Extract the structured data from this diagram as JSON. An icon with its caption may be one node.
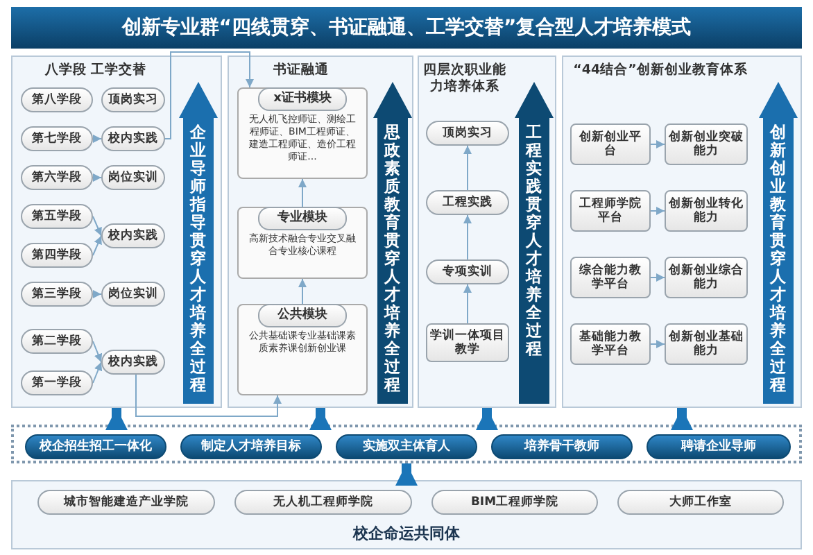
{
  "diagram": {
    "title": "创新专业群“四线贯穿、书证融通、工学交替”复合型人才培养模式",
    "nodes": [
      {
        "text": [
          "八学段 工学交替"
        ]
      },
      {
        "text": [
          "第八学段"
        ],
        "in": 0
      },
      {
        "text": [
          "顶岗实习"
        ],
        "in": 0
      },
      {
        "text": [
          "第七学段"
        ],
        "in": 0
      },
      {
        "text": [
          "校内实践"
        ],
        "in": 0
      },
      {
        "text": [
          "第六学段"
        ],
        "in": 0
      },
      {
        "text": [
          "岗位实训"
        ],
        "in": 0
      },
      {
        "text": [
          "第五学段"
        ],
        "in": 0
      },
      {
        "text": [
          "第四学段"
        ],
        "in": 0
      },
      {
        "text": [
          "校内实践"
        ],
        "in": 0
      },
      {
        "text": [
          "第三学段"
        ],
        "in": 0
      },
      {
        "text": [
          "岗位实训"
        ],
        "in": 0
      },
      {
        "text": [
          "第二学段"
        ],
        "in": 0
      },
      {
        "text": [
          "第一学段"
        ],
        "in": 0
      },
      {
        "text": [
          "校内实践"
        ],
        "in": 0
      },
      {
        "text": [
          "企业导师指导贯穿人才培养全过程"
        ],
        "in": 0
      },
      {
        "text": [
          "书证融通"
        ]
      },
      {
        "text": [
          "x证书模块",
          "无人机飞控师证、测绘工程师证、BIM工程师证、建造工程师证、造价工程师证..."
        ],
        "in": 16
      },
      {
        "text": [
          "专业模块",
          "高新技术融合专业交叉融合专业核心课程"
        ],
        "in": 16
      },
      {
        "text": [
          "公共模块",
          "公共基础课专业基础课素质素养课创新创业课"
        ],
        "in": 16
      },
      {
        "text": [
          "思政素质教育贯穿人才培养全过程"
        ],
        "in": 16
      },
      {
        "text": [
          "四层次职业能力培养体系"
        ]
      },
      {
        "text": [
          "顶岗实习"
        ],
        "in": 21
      },
      {
        "text": [
          "工程实践"
        ],
        "in": 21
      },
      {
        "text": [
          "专项实训"
        ],
        "in": 21
      },
      {
        "text": [
          "学训一体项目教学"
        ],
        "in": 21
      },
      {
        "text": [
          "工程实践贯穿人才培养全过程"
        ],
        "in": 21
      },
      {
        "text": [
          "“44结合”创新创业教育体系"
        ]
      },
      {
        "text": [
          "创新创业平台"
        ],
        "in": 27
      },
      {
        "text": [
          "创新创业突破能力"
        ],
        "in": 27
      },
      {
        "text": [
          "工程师学院平台"
        ],
        "in": 27
      },
      {
        "text": [
          "创新创业转化能力"
        ],
        "in": 27
      },
      {
        "text": [
          "综合能力教学平台"
        ],
        "in": 27
      },
      {
        "text": [
          "创新创业综合能力"
        ],
        "in": 27
      },
      {
        "text": [
          "基础能力教学平台"
        ],
        "in": 27
      },
      {
        "text": [
          "创新创业基础能力"
        ],
        "in": 27
      },
      {
        "text": [
          "创新创业教育贯穿人才培养全过程"
        ],
        "in": 27
      },
      {
        "text": [],
        "shape": "box"
      },
      {
        "text": [
          "校企招生招工一体化"
        ],
        "in": 37
      },
      {
        "text": [
          "制定人才培养目标"
        ],
        "in": 37
      },
      {
        "text": [
          "实施双主体育人"
        ],
        "in": 37
      },
      {
        "text": [
          "培养骨干教师"
        ],
        "in": 37
      },
      {
        "text": [
          "聘请企业导师"
        ],
        "in": 37
      },
      {
        "text": [
          "校企命运共同体"
        ]
      },
      {
        "text": [
          "城市智能建造产业学院"
        ],
        "in": 43
      },
      {
        "text": [
          "无人机工程师学院"
        ],
        "in": 43
      },
      {
        "text": [
          "BIM工程师学院"
        ],
        "in": 43
      },
      {
        "text": [
          "大师工作室"
        ],
        "in": 43
      }
    ],
    "edges": [
      {
        "from": 3,
        "to": 4,
        "arrow": "to"
      },
      {
        "from": 5,
        "to": 6,
        "arrow": "to"
      },
      {
        "from": 7,
        "to": 9,
        "arrow": "to"
      },
      {
        "from": 8,
        "to": 9,
        "arrow": "to"
      },
      {
        "from": 10,
        "to": 11,
        "arrow": "to"
      },
      {
        "from": 12,
        "to": 14,
        "arrow": "to"
      },
      {
        "from": 13,
        "to": 14,
        "arrow": "to"
      },
      {
        "from": 4,
        "to": 17,
        "arrow": "to"
      },
      {
        "from": 14,
        "to": 19,
        "arrow": "to"
      },
      {
        "from": 19,
        "to": 18,
        "arrow": "to"
      },
      {
        "from": 18,
        "to": 17,
        "arrow": "to"
      },
      {
        "from": 25,
        "to": 24,
        "arrow": "to"
      },
      {
        "from": 24,
        "to": 23,
        "arrow": "to"
      },
      {
        "from": 23,
        "to": 22,
        "arrow": "to"
      },
      {
        "from": 28,
        "to": 29,
        "arrow": "to"
      },
      {
        "from": 30,
        "to": 31,
        "arrow": "to"
      },
      {
        "from": 32,
        "to": 33,
        "arrow": "to"
      },
      {
        "from": 34,
        "to": 35,
        "arrow": "to"
      },
      {
        "from": 37,
        "to": 0,
        "arrow": "to",
        "style": "thick",
        "color": "#1b75b8"
      },
      {
        "from": 37,
        "to": 16,
        "arrow": "to",
        "style": "thick",
        "color": "#1b75b8"
      },
      {
        "from": 37,
        "to": 21,
        "arrow": "to",
        "style": "thick",
        "color": "#1b75b8"
      },
      {
        "from": 37,
        "to": 27,
        "arrow": "to",
        "style": "thick",
        "color": "#1b75b8"
      },
      {
        "from": 43,
        "to": 37,
        "arrow": "to",
        "style": "thick",
        "color": "#1b75b8"
      }
    ]
  }
}
